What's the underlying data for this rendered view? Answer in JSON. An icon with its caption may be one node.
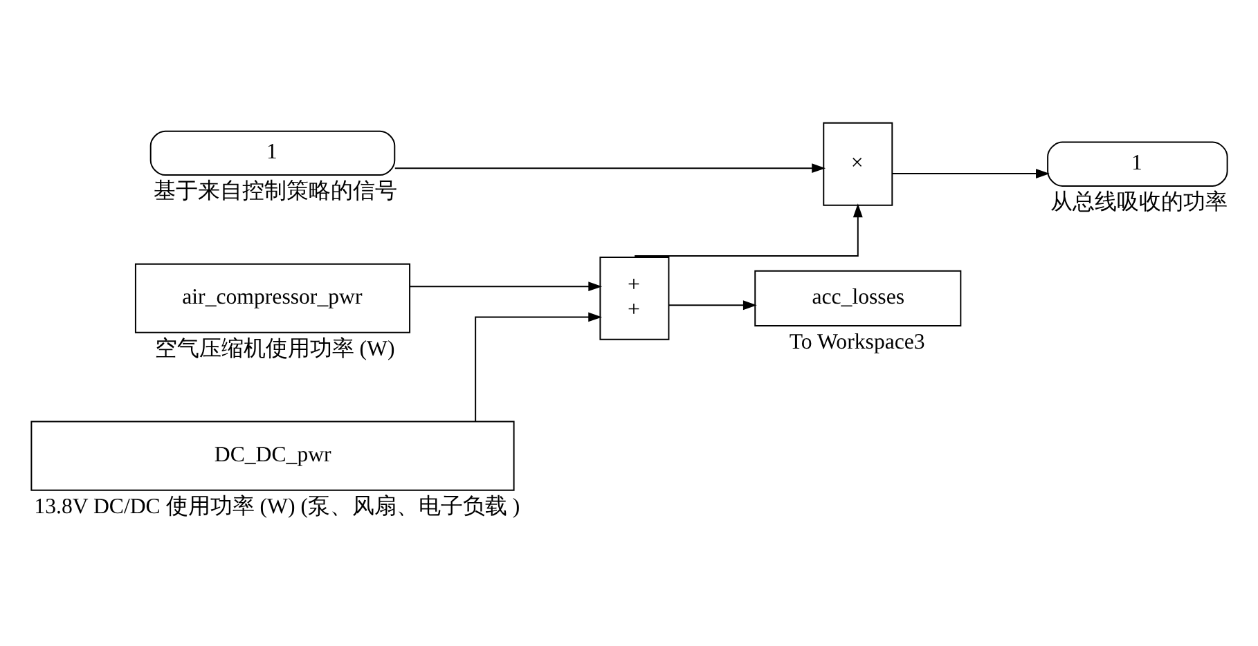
{
  "diagram": {
    "nodes": [
      {
        "text": [
          "1"
        ],
        "beside": [
          "基于来自控制策略的信号"
        ]
      },
      {
        "text": [
          "×"
        ]
      },
      {
        "text": [
          "1"
        ],
        "beside": [
          "从总线吸收的功率"
        ]
      },
      {
        "text": [
          "air_compressor_pwr"
        ],
        "beside": [
          "空气压缩机使用功率 (W)"
        ]
      },
      {
        "text": [
          "+",
          "+"
        ]
      },
      {
        "text": [
          "acc_losses"
        ],
        "beside": [
          "To Workspace3"
        ]
      },
      {
        "text": [
          "DC_DC_pwr"
        ],
        "beside": [
          "13.8V DC/DC 使用功率 (W) (泵、风扇、电子负载 )"
        ]
      }
    ],
    "edges": [
      {
        "from": 0,
        "to": 1,
        "arrow": "to"
      },
      {
        "from": 4,
        "to": 1,
        "arrow": "to"
      },
      {
        "from": 1,
        "to": 2,
        "arrow": "to"
      },
      {
        "from": 3,
        "to": 4,
        "arrow": "to"
      },
      {
        "from": 6,
        "to": 4,
        "arrow": "to"
      },
      {
        "from": 4,
        "to": 5,
        "arrow": "to"
      }
    ]
  }
}
